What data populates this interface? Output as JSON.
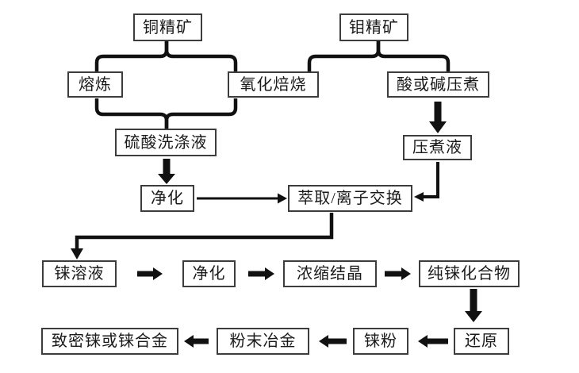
{
  "diagram": {
    "type": "flowchart",
    "language": "zh-CN",
    "topic": "Rhenium recovery process from copper and molybdenum concentrates",
    "colors": {
      "background": "#ffffff",
      "line": "#111111",
      "box_border": "#3d3d3d",
      "text": "#1a1a1a"
    },
    "nodes": {
      "cu": {
        "label": "铜精矿"
      },
      "mo": {
        "label": "钼精矿"
      },
      "smelting": {
        "label": "熔炼"
      },
      "oxidation": {
        "label": "氧化焙烧"
      },
      "pressure_cook": {
        "label": "酸或碱压煮"
      },
      "acid_wash": {
        "label": "硫酸洗涤液"
      },
      "cook_liquor": {
        "label": "压煮液"
      },
      "purify1": {
        "label": "净化"
      },
      "extraction": {
        "label": "萃取/离子交换"
      },
      "re_solution": {
        "label": "铼溶液"
      },
      "purify2": {
        "label": "净化"
      },
      "concentrate_crystallize": {
        "label": "浓缩结晶"
      },
      "pure_re_compound": {
        "label": "纯铼化合物"
      },
      "reduction": {
        "label": "还原"
      },
      "re_powder": {
        "label": "铼粉"
      },
      "powder_metallurgy": {
        "label": "粉末冶金"
      },
      "dense_re_alloy": {
        "label": "致密铼或铼合金"
      }
    },
    "edges": [
      "铜精矿 → 熔炼",
      "铜精矿 → 氧化焙烧",
      "钼精矿 → 氧化焙烧",
      "钼精矿 → 酸或碱压煮",
      "熔炼 → 硫酸洗涤液",
      "氧化焙烧 → 硫酸洗涤液",
      "酸或碱压煮 → 压煮液",
      "硫酸洗涤液 → 净化",
      "净化 → 萃取/离子交换",
      "压煮液 → 萃取/离子交换",
      "萃取/离子交换 → 铼溶液",
      "铼溶液 → 净化",
      "净化 → 浓缩结晶",
      "浓缩结晶 → 纯铼化合物",
      "纯铼化合物 → 还原",
      "还原 → 铼粉",
      "铼粉 → 粉末冶金",
      "粉末冶金 → 致密铼或铼合金"
    ]
  }
}
